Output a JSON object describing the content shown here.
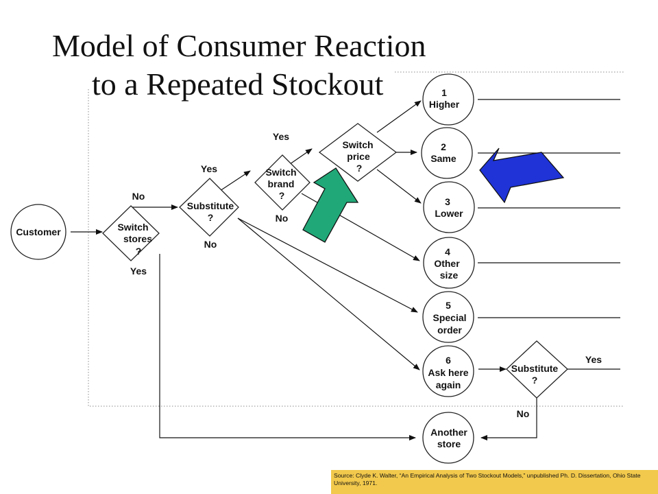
{
  "title": {
    "line1": "Model of Consumer Reaction",
    "line2": "to a Repeated Stockout"
  },
  "nodes": {
    "customer": "Customer",
    "switch_stores": [
      "Switch",
      "stores",
      "?"
    ],
    "substitute": [
      "Substitute",
      "?"
    ],
    "switch_brand": [
      "Switch",
      "brand",
      "?"
    ],
    "switch_price": [
      "Switch",
      "price",
      "?"
    ],
    "higher": [
      "1",
      "Higher"
    ],
    "same": [
      "2",
      "Same"
    ],
    "lower": [
      "3",
      "Lower"
    ],
    "other_size": [
      "4",
      "Other",
      "size"
    ],
    "special_order": [
      "5",
      "Special",
      "order"
    ],
    "ask_here_again": [
      "6",
      "Ask here",
      "again"
    ],
    "substitute_2": [
      "Substitute",
      "?"
    ],
    "another_store": [
      "Another",
      "store"
    ]
  },
  "edge_labels": {
    "stores_no": "No",
    "stores_yes": "Yes",
    "substitute_yes": "Yes",
    "substitute_no": "No",
    "brand_yes": "Yes",
    "brand_no": "No",
    "substitute2_yes": "Yes",
    "substitute2_no": "No"
  },
  "arrows": {
    "green": "#21a878",
    "blue": "#1f33d6"
  },
  "source": "Source: Clyde K. Walter, “An Empirical Analysis of Two Stockout Models,” unpublished Ph. D. Dissertation, Ohio State University, 1971.",
  "source_color": "#f2c94c"
}
